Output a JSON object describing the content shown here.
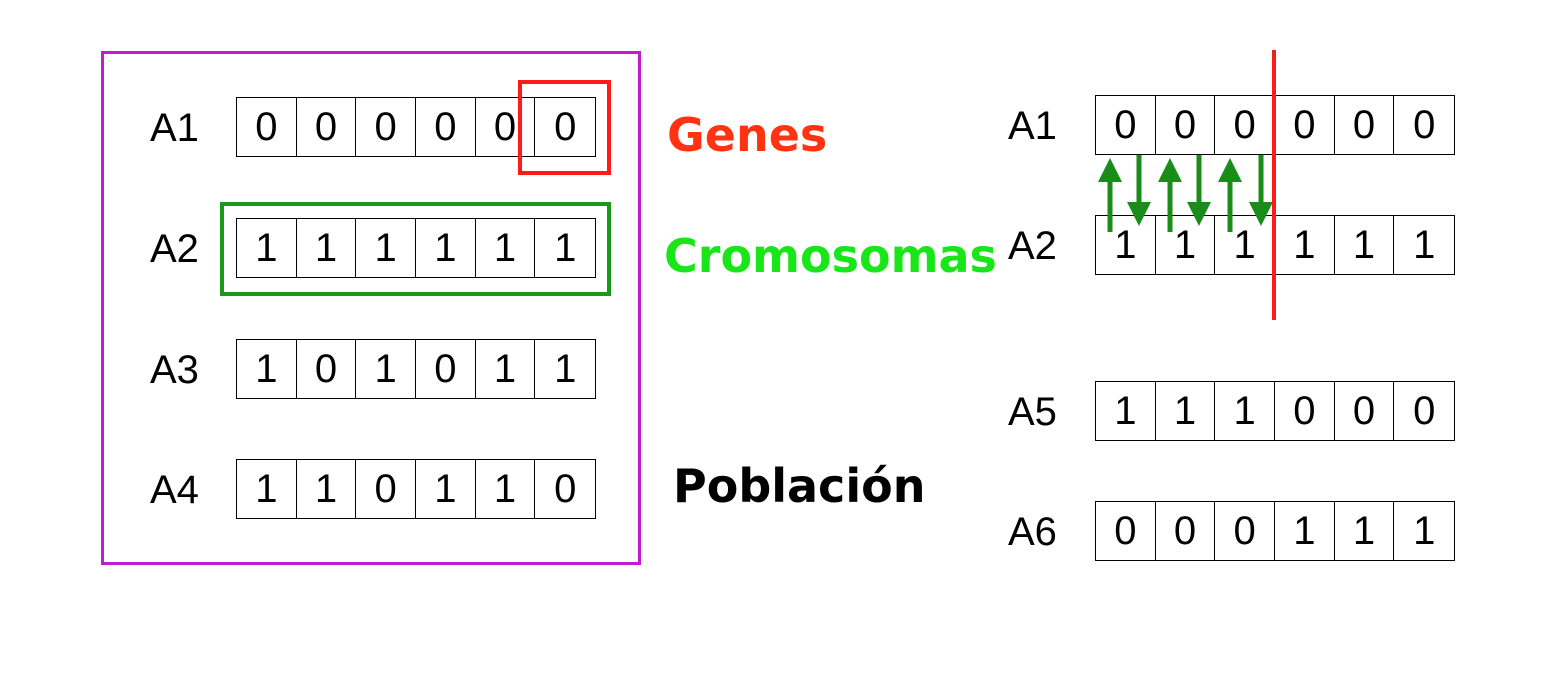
{
  "colors": {
    "population_border": "#c21bd4",
    "genes_title": "#ff3311",
    "gene_highlight": "#ff1a1a",
    "chromosome_title": "#19e619",
    "chromosome_highlight": "#1a9a1a",
    "crossover_line": "#ff1a1a",
    "swap_arrows": "#1a8c1a"
  },
  "titles": {
    "genes": "Genes",
    "chromosomes": "Cromosomas",
    "population": "Población"
  },
  "population": [
    {
      "label": "A1",
      "genes": [
        "0",
        "0",
        "0",
        "0",
        "0",
        "0"
      ]
    },
    {
      "label": "A2",
      "genes": [
        "1",
        "1",
        "1",
        "1",
        "1",
        "1"
      ]
    },
    {
      "label": "A3",
      "genes": [
        "1",
        "0",
        "1",
        "0",
        "1",
        "1"
      ]
    },
    {
      "label": "A4",
      "genes": [
        "1",
        "1",
        "0",
        "1",
        "1",
        "0"
      ]
    }
  ],
  "crossover": {
    "parents": [
      {
        "label": "A1",
        "genes": [
          "0",
          "0",
          "0",
          "0",
          "0",
          "0"
        ]
      },
      {
        "label": "A2",
        "genes": [
          "1",
          "1",
          "1",
          "1",
          "1",
          "1"
        ]
      }
    ],
    "offspring": [
      {
        "label": "A5",
        "genes": [
          "1",
          "1",
          "1",
          "0",
          "0",
          "0"
        ]
      },
      {
        "label": "A6",
        "genes": [
          "0",
          "0",
          "0",
          "1",
          "1",
          "1"
        ]
      }
    ],
    "cut_after_gene": 3,
    "arrow_icons": [
      "arrow-up-icon",
      "arrow-down-icon",
      "arrow-up-icon",
      "arrow-down-icon",
      "arrow-up-icon",
      "arrow-down-icon"
    ]
  }
}
